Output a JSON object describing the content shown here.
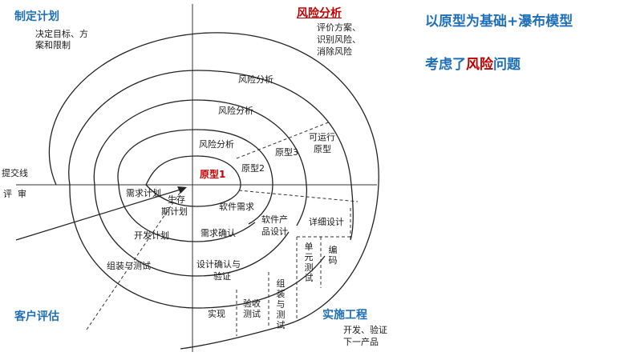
{
  "headline": {
    "title": "以原型为基础+瀑布模型",
    "risk_prefix": "考虑了",
    "risk_word": "风险",
    "risk_suffix": "问题"
  },
  "quadrants": {
    "plan": "制定计划",
    "risk": "风险分析",
    "customer": "客户评估",
    "engineering": "实施工程"
  },
  "quadrant_notes": {
    "plan_line1": "决定目标、方",
    "plan_line2": "案和限制",
    "risk_line1": "评价方案、",
    "risk_line2": "识别风险、",
    "risk_line3": "消除风险",
    "eng_line1": "开发、验证",
    "eng_line2": "下一产品"
  },
  "axis_labels": {
    "commit": "提交线",
    "review": "评  审"
  },
  "risk_analysis": [
    "风险分析",
    "风险分析",
    "风险分析"
  ],
  "prototypes": {
    "p1": "原型1",
    "p2": "原型2",
    "p3": "原型3",
    "runnable_line1": "可运行",
    "runnable_line2": "原型"
  },
  "plans": {
    "requirements_plan": "需求计划",
    "lifecycle_line1": "生存",
    "lifecycle_line2": "期计划",
    "development_plan": "开发计划",
    "assembly_test": "组装与测试"
  },
  "engineering_steps": {
    "software_req": "软件需求",
    "software_product_line1": "软件产",
    "software_product_line2": "品设计",
    "detailed_design": "详细设计",
    "req_confirm": "需求确认",
    "design_verify_line1": "设计确认与",
    "design_verify_line2": "验证",
    "unit_test": "单元测试",
    "coding": "编码",
    "assembly_test_vertical": "组装与测试",
    "acceptance_test": "验收测试",
    "implementation": "实现"
  }
}
